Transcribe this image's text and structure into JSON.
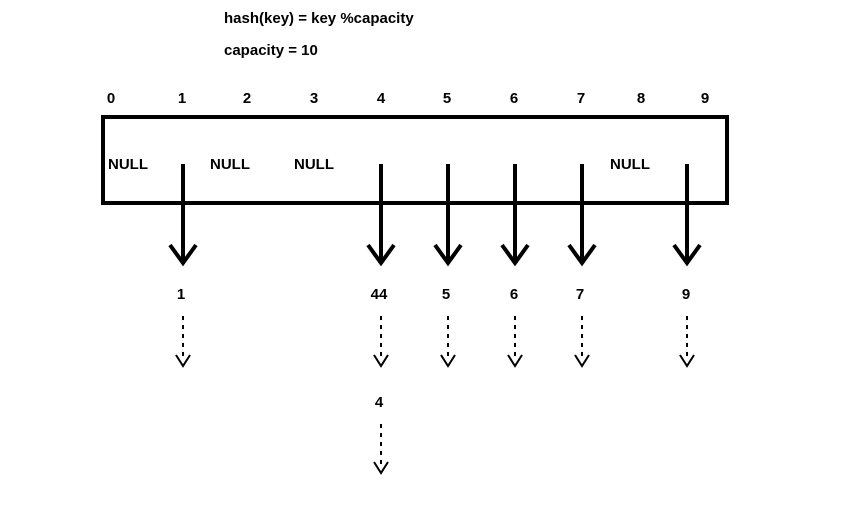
{
  "diagram": {
    "title_lines": {
      "hash_function": "hash(key) = key %capacity",
      "capacity": "capacity = 10"
    },
    "table": {
      "indices": [
        "0",
        "1",
        "2",
        "3",
        "4",
        "5",
        "6",
        "7",
        "8",
        "9"
      ],
      "null_label": "NULL",
      "slots": [
        {
          "index": "0",
          "content": "NULL",
          "has_chain": false
        },
        {
          "index": "1",
          "content": "",
          "has_chain": true
        },
        {
          "index": "2",
          "content": "NULL",
          "has_chain": false
        },
        {
          "index": "3",
          "content": "NULL",
          "has_chain": false
        },
        {
          "index": "4",
          "content": "",
          "has_chain": true
        },
        {
          "index": "5",
          "content": "",
          "has_chain": true
        },
        {
          "index": "6",
          "content": "",
          "has_chain": true
        },
        {
          "index": "7",
          "content": "",
          "has_chain": true
        },
        {
          "index": "8",
          "content": "NULL",
          "has_chain": false
        },
        {
          "index": "9",
          "content": "",
          "has_chain": true
        }
      ]
    },
    "chains": [
      {
        "slot": "1",
        "values": [
          "1"
        ]
      },
      {
        "slot": "4",
        "values": [
          "44",
          "4"
        ]
      },
      {
        "slot": "5",
        "values": [
          "5"
        ]
      },
      {
        "slot": "6",
        "values": [
          "6"
        ]
      },
      {
        "slot": "7",
        "values": [
          "7"
        ]
      },
      {
        "slot": "9",
        "values": [
          "9"
        ]
      }
    ],
    "colors": {
      "ink": "#000000",
      "background": "#ffffff"
    }
  }
}
